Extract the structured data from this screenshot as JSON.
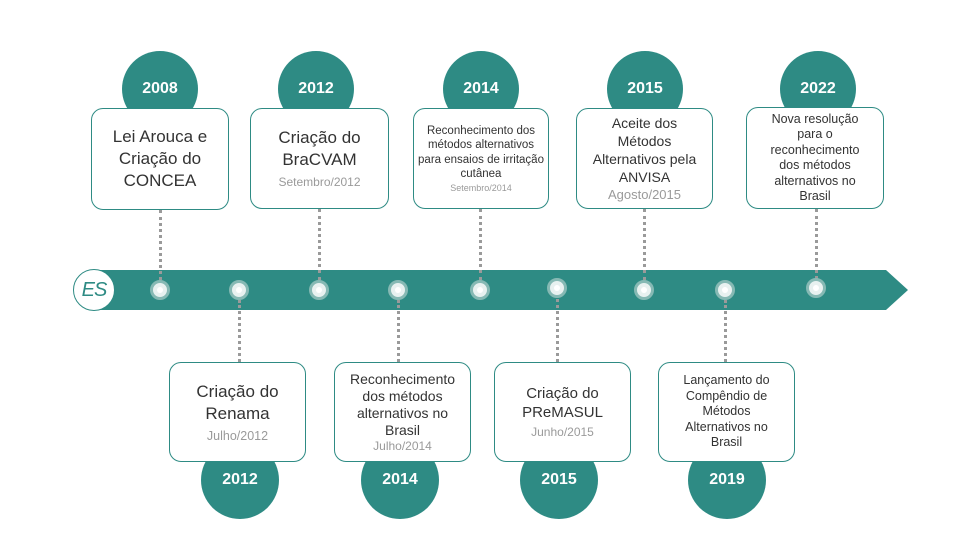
{
  "logo": {
    "text": "ES"
  },
  "top": [
    {
      "year": "2008",
      "title": "Lei Arouca e Criação do CONCEA",
      "date": ""
    },
    {
      "year": "2012",
      "title": "Criação do BraCVAM",
      "date": "Setembro/2012"
    },
    {
      "year": "2014",
      "title": "Reconhecimento dos métodos alternativos para ensaios de irritação cutânea",
      "date": "Setembro/2014"
    },
    {
      "year": "2015",
      "title": "Aceite dos Métodos Alternativos pela ANVISA",
      "date": "Agosto/2015"
    },
    {
      "year": "2022",
      "title": "Nova resolução para o reconhecimento dos métodos alternativos no Brasil",
      "date": ""
    }
  ],
  "bottom": [
    {
      "year": "2012",
      "title": "Criação do Renama",
      "date": "Julho/2012"
    },
    {
      "year": "2014",
      "title": "Reconhecimento dos métodos alternativos no Brasil",
      "date": "Julho/2014"
    },
    {
      "year": "2015",
      "title": "Criação do PReMASUL",
      "date": "Junho/2015"
    },
    {
      "year": "2019",
      "title": "Lançamento do Compêndio de Métodos Alternativos no Brasil",
      "date": ""
    }
  ],
  "colors": {
    "teal": "#2e8b84",
    "date_gray": "#9a9a9a",
    "text": "#333333"
  }
}
